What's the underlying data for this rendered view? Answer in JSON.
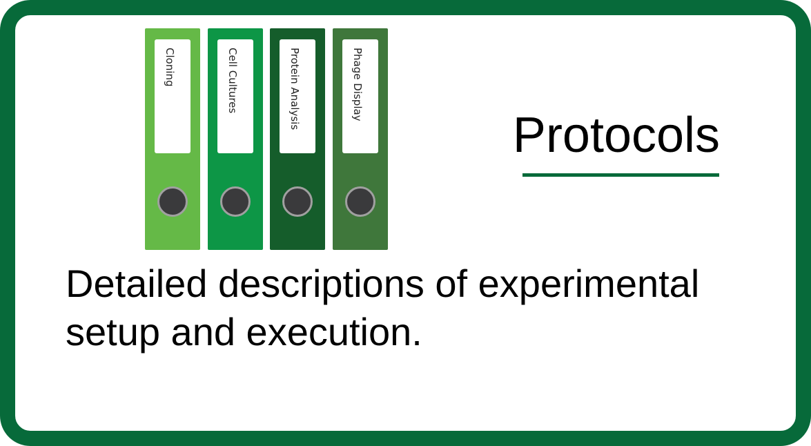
{
  "card": {
    "title": "Protocols",
    "description": "Detailed descriptions of experimental setup and execution."
  },
  "binders": [
    {
      "label": "Cloning",
      "color": "#65b947"
    },
    {
      "label": "Cell Cultures",
      "color": "#0d9646"
    },
    {
      "label": "Protein Analysis",
      "color": "#155d2b"
    },
    {
      "label": "Phage Display",
      "color": "#3f773b"
    }
  ],
  "colors": {
    "border": "#076a3a",
    "underline": "#076a3a",
    "ring_fill": "#3a3a3c",
    "ring_edge": "#a0a0a0"
  }
}
